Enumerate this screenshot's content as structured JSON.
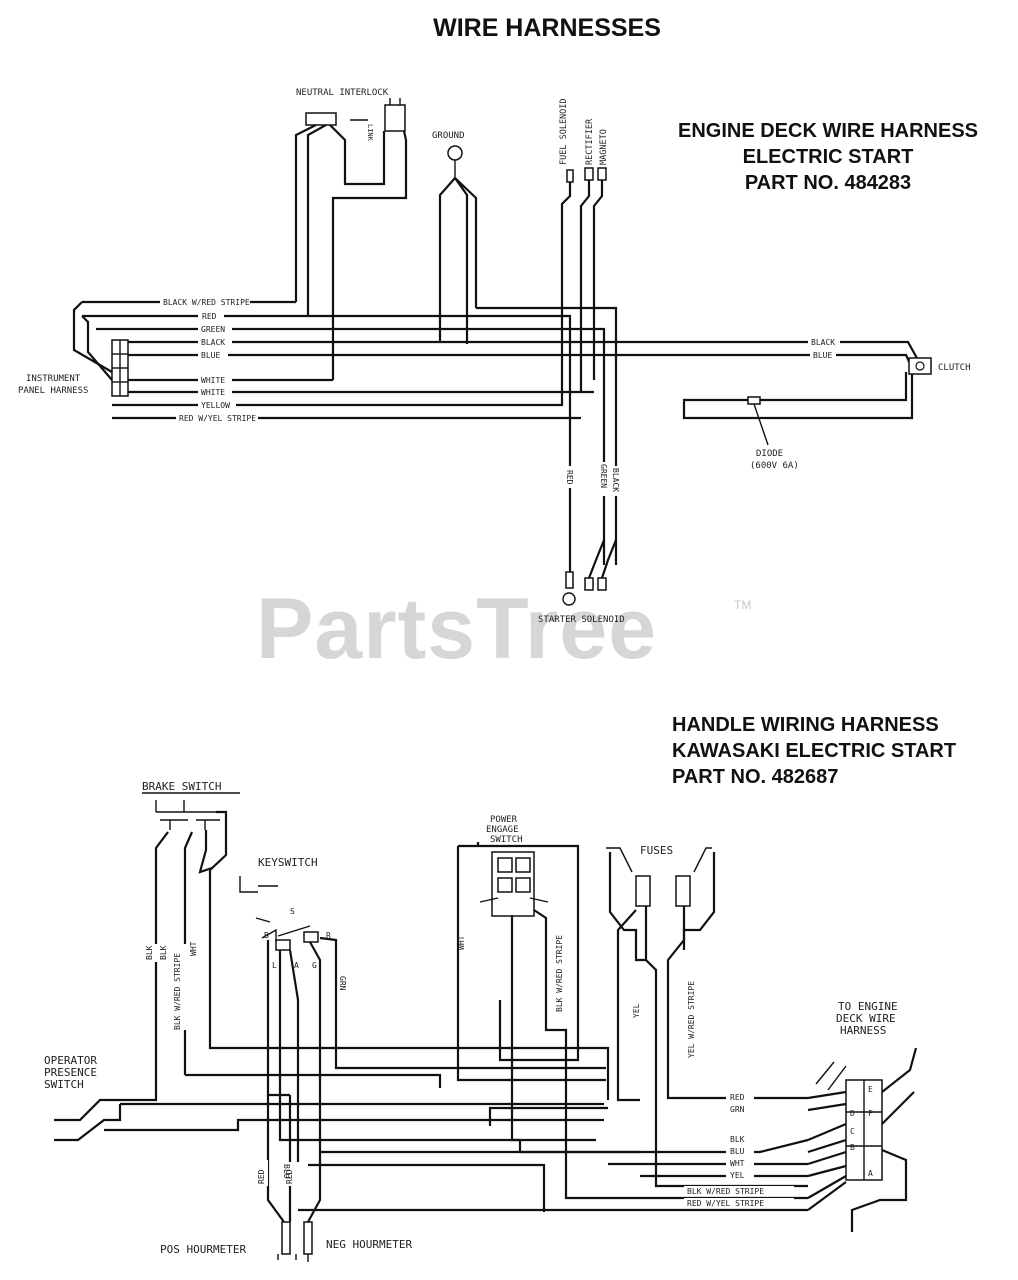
{
  "page_title": "WIRE HARNESSES",
  "engine_deck": {
    "heading": [
      "ENGINE DECK WIRE HARNESS",
      "ELECTRIC START",
      "PART NO. 484283"
    ],
    "labels": {
      "neutral_interlock": "NEUTRAL INTERLOCK",
      "ground": "GROUND",
      "fuel_solenoid": "FUEL SOLENOID",
      "rectifier": "RECTIFIER",
      "magneto": "MAGNETO",
      "instrument_panel": [
        "INSTRUMENT",
        "PANEL HARNESS"
      ],
      "clutch": "CLUTCH",
      "diode": [
        "DIODE",
        "(600V 6A)"
      ],
      "starter_solenoid": "STARTER SOLENOID",
      "red_vertical": "RED",
      "green_black_vertical": [
        "GREEN",
        "BLACK"
      ]
    },
    "wires": [
      "BLACK W/RED STRIPE",
      "RED",
      "GREEN",
      "BLACK",
      "BLUE",
      "WHITE",
      "WHITE",
      "YELLOW",
      "RED W/YEL STRIPE",
      "BLACK",
      "BLUE"
    ]
  },
  "handle": {
    "heading": [
      "HANDLE WIRING HARNESS",
      "KAWASAKI ELECTRIC START",
      "PART NO. 482687"
    ],
    "labels": {
      "brake_switch": "BRAKE SWITCH",
      "keyswitch": "KEYSWITCH",
      "power_engage": [
        "POWER",
        "ENGAGE",
        "SWITCH"
      ],
      "fuses": "FUSES",
      "to_engine_deck": [
        "TO ENGINE",
        "DECK WIRE",
        "HARNESS"
      ],
      "operator_presence": [
        "OPERATOR",
        "PRESENCE",
        "SWITCH"
      ],
      "pos_hourmeter": "POS HOURMETER",
      "neg_hourmeter": "NEG HOURMETER",
      "key_terminals": [
        "S",
        "B",
        "R",
        "L",
        "A",
        "G"
      ],
      "connector_terminals": [
        "E",
        "F",
        "D",
        "C",
        "B",
        "A"
      ]
    },
    "vertical_wires": [
      "BLK",
      "BLK",
      "BLK W/RED STRIPE",
      "WHT",
      "GRN",
      "WHT",
      "BLK W/RED STRIPE",
      "YEL",
      "YEL W/RED STRIPE",
      "RED",
      "RED",
      "BLU"
    ],
    "connector_wires": [
      "RED",
      "GRN",
      "BLK",
      "BLU",
      "WHT",
      "YEL",
      "BLK W/RED STRIPE",
      "RED W/YEL STRIPE"
    ]
  },
  "watermark": "PartsTree",
  "trademark": "TM"
}
